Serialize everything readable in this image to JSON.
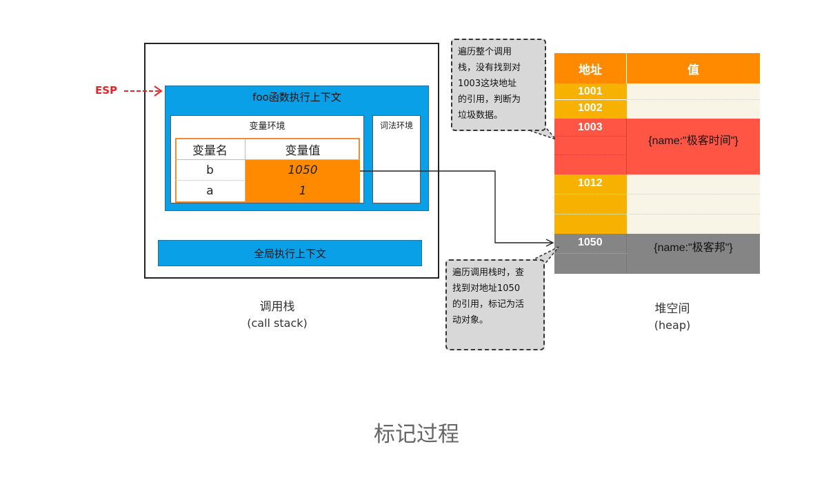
{
  "call_stack": {
    "esp_label": "ESP",
    "foo_context_title": "foo函数执行上下文",
    "variable_env_title": "变量环境",
    "lexical_env_title": "词法环境",
    "var_table": {
      "headers": [
        "变量名",
        "变量值"
      ],
      "rows": [
        {
          "name": "b",
          "value": "1050"
        },
        {
          "name": "a",
          "value": "1"
        }
      ]
    },
    "global_context_title": "全局执行上下文",
    "label": "调用栈",
    "sublabel": "(call stack)"
  },
  "heap": {
    "headers": [
      "地址",
      "值"
    ],
    "rows": [
      {
        "address": "1001"
      },
      {
        "address": "1002"
      },
      {
        "address": "1003",
        "value": "{name:\"极客时间\"}"
      },
      {
        "address": "1012"
      },
      {
        "address": "1050",
        "value": "{name:\"极客邦\"}"
      }
    ],
    "label": "堆空间",
    "sublabel": "(heap)"
  },
  "callouts": {
    "top": [
      "遍历整个调用",
      "栈，没有找到对",
      "1003这块地址",
      "的引用，判断为",
      "垃圾数据。"
    ],
    "bottom": [
      "遍历调用栈时，查",
      "找到对地址1050",
      "的引用，标记为活",
      "动对象。"
    ]
  },
  "caption": "标记过程",
  "colors": {
    "context_blue": "#0aa0e8",
    "value_orange": "#ff8a00",
    "heap_header_orange": "#ff8a00",
    "heap_addr_yellow": "#f7b100",
    "heap_cell_cream": "#f8f4e6",
    "garbage_red": "#ff5544",
    "active_gray": "#858585",
    "esp_red": "#e8232a"
  }
}
